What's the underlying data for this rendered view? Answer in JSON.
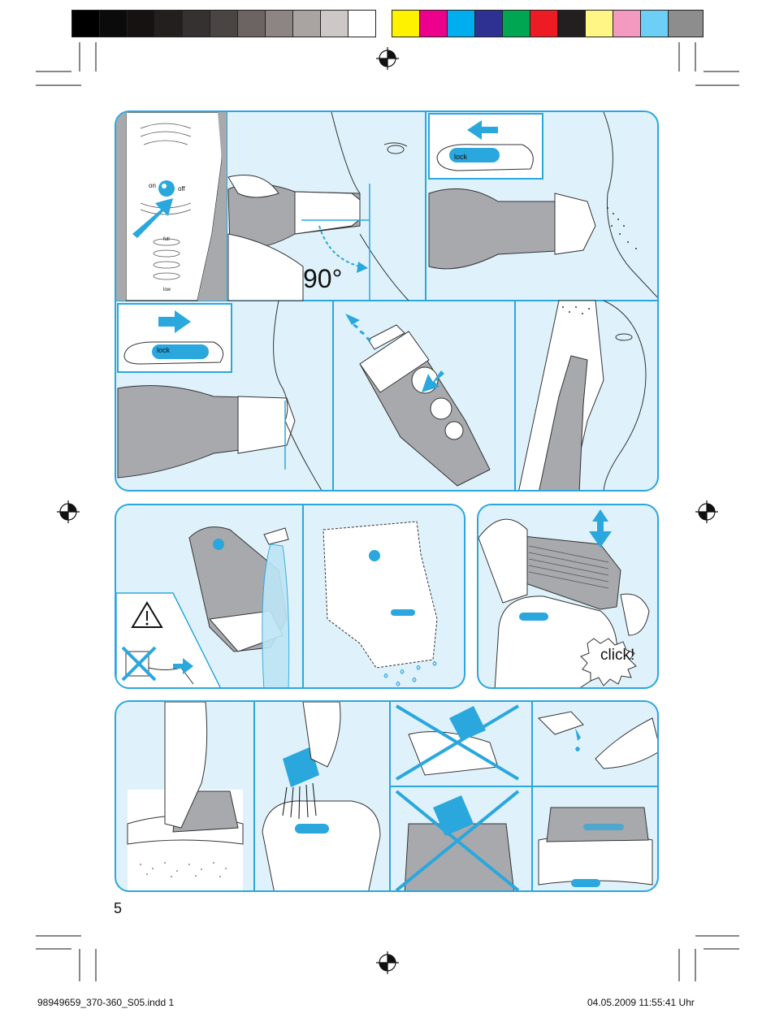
{
  "color_bar": {
    "greys": [
      "#000000",
      "#0b0b0b",
      "#161212",
      "#231f1e",
      "#353130",
      "#4a4543",
      "#6b6462",
      "#8c8583",
      "#a9a3a1",
      "#cdc8c6",
      "#ffffff"
    ],
    "colors": [
      "#fff200",
      "#ec008c",
      "#00aeef",
      "#2e3192",
      "#00a651",
      "#ed1c24",
      "#231f20",
      "#fff685",
      "#f49ac1",
      "#6dcff6",
      "#8d8d8d"
    ]
  },
  "accent_color": "#2aa7dd",
  "panel_bg": "#dff2fb",
  "switch": {
    "on_label": "on",
    "off_label": "off",
    "full_label": "full",
    "low_label": "low"
  },
  "angle_label": "90°",
  "lock_label_1": "lock",
  "lock_label_2": "lock",
  "click_label": "click!",
  "page_number": "5",
  "footer": {
    "file": "98949659_370-360_S05.indd   1",
    "date": "04.05.2009   11:55:41 Uhr"
  }
}
